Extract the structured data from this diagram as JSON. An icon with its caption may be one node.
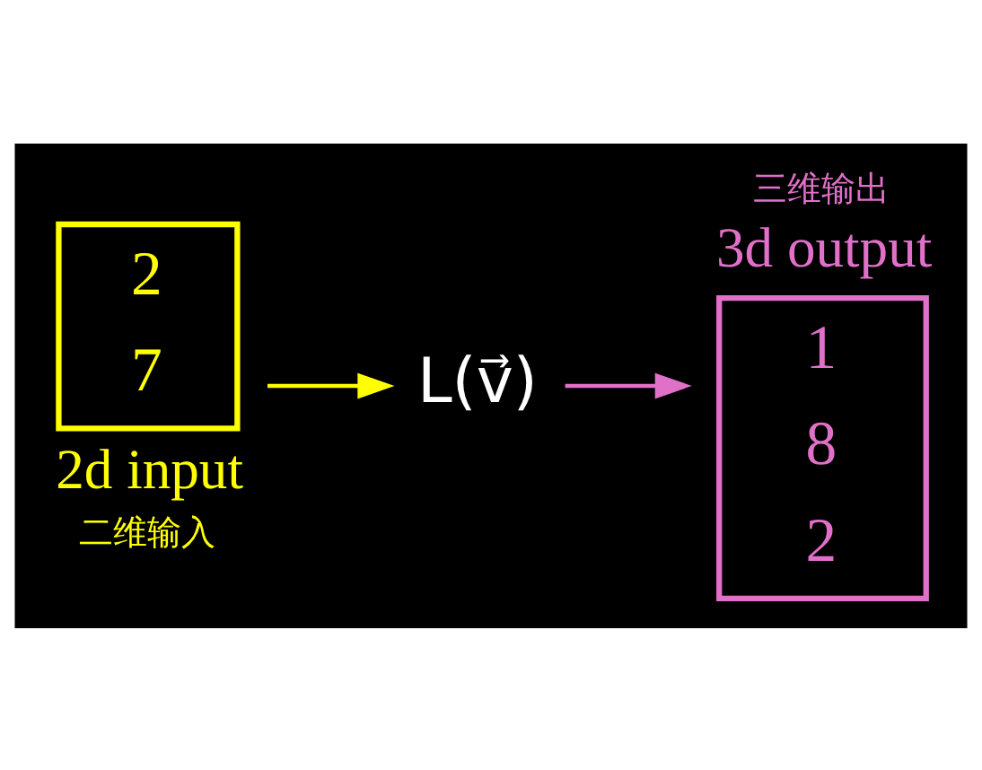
{
  "diagram": {
    "nodes": [
      {
        "text": [
          "2",
          "7"
        ],
        "beside": [
          "2d input",
          "二维输入"
        ]
      },
      {
        "text": [
          "L(v⃗)"
        ]
      },
      {
        "text": [
          "1",
          "8",
          "2"
        ],
        "beside": [
          "三维输出",
          "3d output"
        ]
      }
    ],
    "edges": [
      {
        "from": 0,
        "to": 1,
        "arrow": "to",
        "color": "#ffff00"
      },
      {
        "from": 1,
        "to": 2,
        "arrow": "to",
        "color": "#e070c8"
      }
    ]
  }
}
